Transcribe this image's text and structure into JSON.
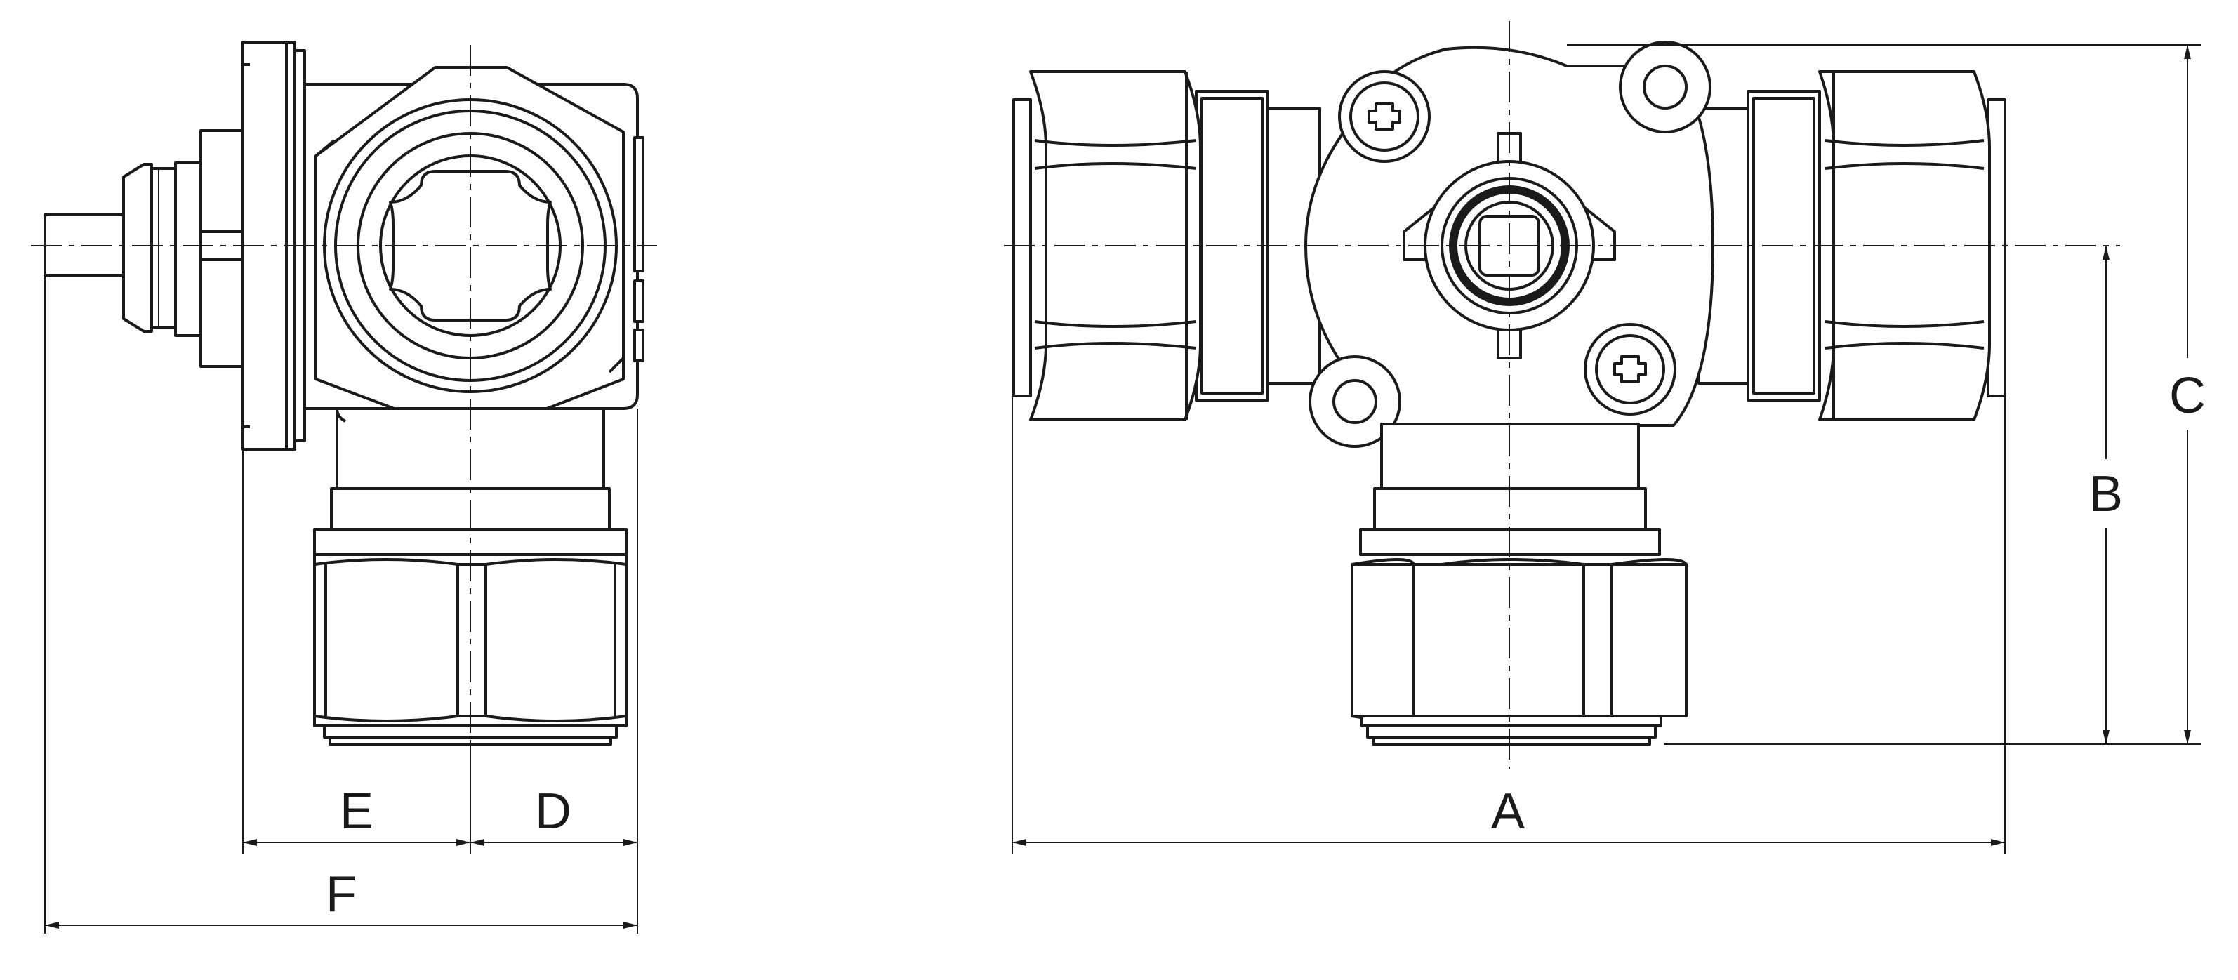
{
  "drawing": {
    "dimension_labels": {
      "A": "A",
      "B": "B",
      "C": "C",
      "D": "D",
      "E": "E",
      "F": "F"
    }
  }
}
